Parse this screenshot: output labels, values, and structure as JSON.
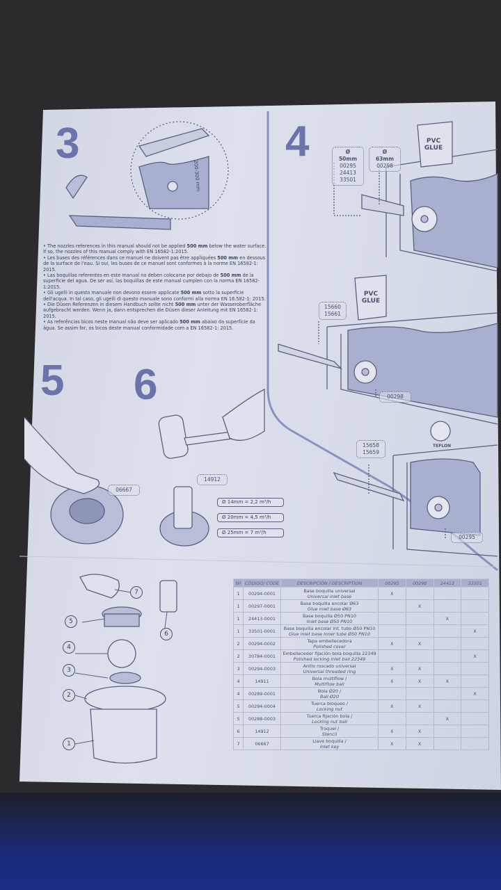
{
  "steps": {
    "s3": "3",
    "s4": "4",
    "s5": "5",
    "s6": "6"
  },
  "step3": {
    "distance_label": "200-300 mm"
  },
  "note": [
    {
      "pre": "• The nozzles references in this manual should not be applied ",
      "bold": "500 mm",
      "post": " below the water surface. If so, the nozzles of this manual comply with EN 16582-1:2015."
    },
    {
      "pre": "• Les buses des références dans ce manuel ne doivent pas être appliquées ",
      "bold": "500 mm",
      "post": " en dessous de la surface de l'eau. Si oui, les buses de ce manuel sont conformes à la norme EN 16582-1: 2015."
    },
    {
      "pre": "• Las boquillas referentes en este manual no deben colocarse por debajo de ",
      "bold": "500 mm",
      "post": " de la superficie del agua. De ser así, las boquillas de este manual cumplen con la norma EN 16582-1:2015."
    },
    {
      "pre": "• Gli ugelli in questo manuale non devono essere applicate ",
      "bold": "500 mm",
      "post": " sotto la superficie dell'acqua. In tal caso, gli ugelli di questo manuale sono conformi alla norma EN 16.582-1: 2015."
    },
    {
      "pre": "• Die Düsen Referenzen in diesem Handbuch sollte nicht ",
      "bold": "500 mm",
      "post": " unter der Wasseroberfläche aufgebracht werden. Wenn ja, dann entsprechen die Düsen dieser Anleitung mit EN 16582-1: 2015."
    },
    {
      "pre": "• As referências bicos neste manual não deve ser aplicado ",
      "bold": "500 mm",
      "post": " abaixo da superfície da água. Se assim for, os bicos deste manual conformidade com a EN 16582-1: 2015."
    }
  ],
  "step4": {
    "tag1": {
      "title": "Ø 50mm",
      "codes": [
        "00295",
        "24413",
        "33501"
      ]
    },
    "tag2": {
      "title": "Ø 63mm",
      "codes": [
        "00298"
      ]
    },
    "glue1": "PVC GLUE",
    "glue2": "PVC GLUE",
    "tag3": [
      "15660",
      "15661"
    ],
    "tag4": "00298",
    "tag5": [
      "15658",
      "15659"
    ],
    "teflon": "TEFLON",
    "tag6": "00295"
  },
  "step5": {
    "key_code": "06667"
  },
  "step6": {
    "stencil_code": "14912",
    "rates": [
      "Ø 14mm = 2,2 m³/h",
      "Ø 20mm = 4,5 m³/h",
      "Ø 25mm = 7 m³/h"
    ]
  },
  "callouts": [
    "1",
    "2",
    "3",
    "4",
    "5",
    "6",
    "7"
  ],
  "table": {
    "headers": [
      "Nº",
      "CÓDIGO/ CODE",
      "DESCRIPCIÓN / DESCRIPTION",
      "00295",
      "00298",
      "24413",
      "33501"
    ],
    "rows": [
      {
        "n": "1",
        "code": "00294-0001",
        "es": "Base boquilla universal",
        "en": "Universal inlet base",
        "x": [
          "X",
          "",
          "",
          ""
        ]
      },
      {
        "n": "1",
        "code": "00297-0001",
        "es": "Base boquilla encolar Ø63",
        "en": "Glue inlet base Ø63",
        "x": [
          "",
          "X",
          "",
          ""
        ]
      },
      {
        "n": "1",
        "code": "24413-0001",
        "es": "Base boquilla Ø50 PN10",
        "en": "Inlet base Ø50 PN10",
        "x": [
          "",
          "",
          "X",
          ""
        ]
      },
      {
        "n": "1",
        "code": "33501-0001",
        "es": "Base boquilla encolar int. tubo Ø50 PN10",
        "en": "Glue inlet base inner tube Ø50 PN10",
        "x": [
          "",
          "",
          "",
          "X"
        ]
      },
      {
        "n": "2",
        "code": "00294-0002",
        "es": "Tapa embellecedora",
        "en": "Polished cover",
        "x": [
          "X",
          "X",
          "",
          ""
        ]
      },
      {
        "n": "2",
        "code": "30784-0001",
        "es": "Embellecedor fijación bola boquilla 22349",
        "en": "Polished locking inlet ball 22349",
        "x": [
          "",
          "",
          "",
          "X"
        ]
      },
      {
        "n": "3",
        "code": "00294-0003",
        "es": "Anillo roscado universal",
        "en": "Universal threaded ring",
        "x": [
          "X",
          "X",
          "",
          ""
        ]
      },
      {
        "n": "4",
        "code": "14911",
        "es": "Bola multiflow /",
        "en": "Multiflow ball",
        "x": [
          "X",
          "X",
          "X",
          ""
        ]
      },
      {
        "n": "4",
        "code": "00289-0001",
        "es": "Bola Ø20 /",
        "en": "Ball Ø20",
        "x": [
          "",
          "",
          "",
          "X"
        ]
      },
      {
        "n": "5",
        "code": "00294-0004",
        "es": "Tuerca bloqueo /",
        "en": "Locking nut",
        "x": [
          "X",
          "X",
          "",
          ""
        ]
      },
      {
        "n": "5",
        "code": "00288-0003",
        "es": "Tuerca fijación bola /",
        "en": "Locking nut ball",
        "x": [
          "",
          "",
          "X",
          ""
        ]
      },
      {
        "n": "6",
        "code": "14912",
        "es": "Troquel /",
        "en": "Stencil",
        "x": [
          "X",
          "X",
          "",
          ""
        ]
      },
      {
        "n": "7",
        "code": "06667",
        "es": "Llave boquilla /",
        "en": "Inlet key",
        "x": [
          "X",
          "X",
          "",
          ""
        ]
      }
    ]
  }
}
